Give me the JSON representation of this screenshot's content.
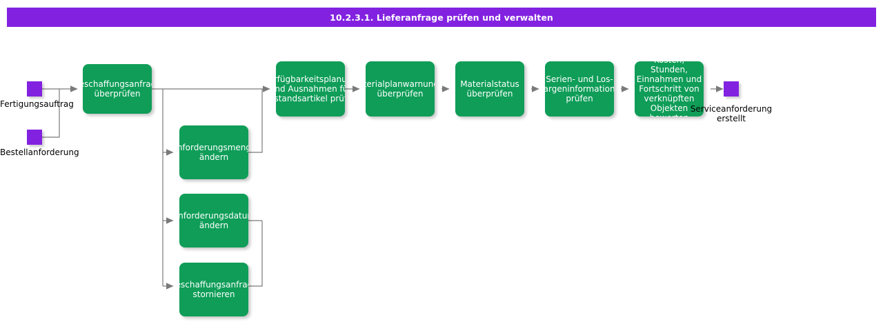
{
  "header": {
    "title": "10.2.3.1. Lieferanfrage prüfen und verwalten",
    "bar_color": "#8222e0",
    "text_color": "#ffffff"
  },
  "theme": {
    "task_color": "#0f9d58",
    "event_color": "#8222e0",
    "connector_color": "#7a7a7a",
    "background": "#ffffff"
  },
  "diagram": {
    "type": "process-flow",
    "start_events": [
      {
        "name": "fertigungsauftrag",
        "label": "Fertigungsauftrag"
      },
      {
        "name": "bestellanforderung",
        "label": "Bestellanforderung"
      }
    ],
    "end_events": [
      {
        "name": "serviceanforderung-erstellt",
        "label": "Serviceanforderung\nerstellt",
        "line1": "Serviceanforderung",
        "line2": "erstellt"
      }
    ],
    "tasks": [
      {
        "id": "t1",
        "label": "Beschaffungsanfrage überprüfen",
        "line1": "Beschaffungsanfrage",
        "line2": "überprüfen"
      },
      {
        "id": "t2",
        "label": "Verfügbarkeitsplanung und Ausnahmen für Bestandsartikel prüfen",
        "line1": "Verfügbarkeitsplanung",
        "line2": "und Ausnahmen für",
        "line3": "Bestandsartikel prüfen"
      },
      {
        "id": "t3",
        "label": "Materialplanwarnungen überprüfen",
        "line1": "Materialplanwarnungen",
        "line2": "überprüfen"
      },
      {
        "id": "t4",
        "label": "Materialstatus überprüfen",
        "line1": "Materialstatus",
        "line2": "überprüfen"
      },
      {
        "id": "t5",
        "label": "Serien- und Loschargeninformationen prüfen",
        "line1": "Serien- und Los-",
        "line2": "chargeninformationen",
        "line3": "prüfen"
      },
      {
        "id": "t6",
        "label": "Kosten, Stunden, Einnahmen und Fortschritt von verknüpften Objekten bewerten"
      },
      {
        "id": "b1",
        "label": "Anforderungsmenge ändern",
        "line1": "Anforderungsmenge",
        "line2": "ändern"
      },
      {
        "id": "b2",
        "label": "Anforderungsdatum ändern",
        "line1": "Anforderungsdatum",
        "line2": "ändern"
      },
      {
        "id": "b3",
        "label": "Beschaffungsanfrage stornieren",
        "line1": "Beschaffungsanfrage",
        "line2": "stornieren"
      }
    ]
  }
}
